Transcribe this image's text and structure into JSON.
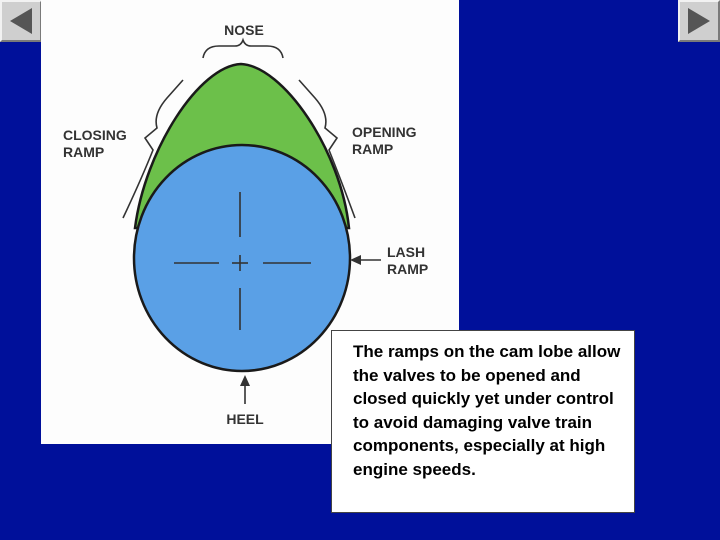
{
  "navigation": {
    "prev_icon": "triangle-left-icon",
    "next_icon": "triangle-right-icon"
  },
  "diagram": {
    "labels": {
      "nose": "NOSE",
      "closing_ramp": [
        "CLOSING",
        "RAMP"
      ],
      "opening_ramp": [
        "OPENING",
        "RAMP"
      ],
      "lash_ramp": [
        "LASH",
        "RAMP"
      ],
      "heel": "HEEL"
    },
    "colors": {
      "background": "#00109a",
      "lobe": "#6cc04a",
      "base_circle": "#5aa0e6",
      "outline": "#1a1a1a"
    }
  },
  "caption": {
    "text": "The ramps on the cam lobe allow the valves to be opened and closed quickly yet under control to avoid damaging valve train components, especially at high engine speeds."
  }
}
